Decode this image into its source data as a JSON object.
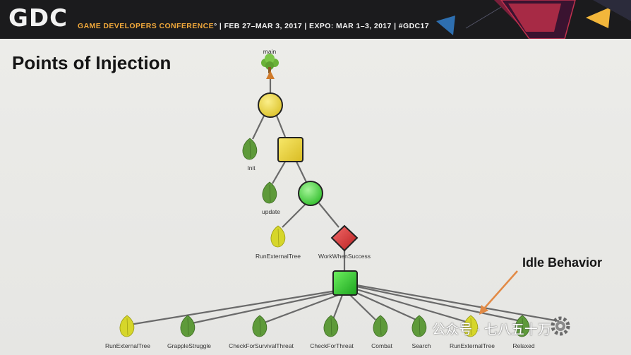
{
  "banner": {
    "logo": "GDC",
    "conference_prefix": "GAME DEVELOPERS CONFERENCE",
    "conference_suffix": "° | FEB 27–MAR 3, 2017 | EXPO: MAR 1–3, 2017 | #GDC17"
  },
  "slide": {
    "title": "Points of Injection",
    "annotation": "Idle Behavior"
  },
  "tree": {
    "root_label": "main",
    "nodes": {
      "init": "Init",
      "update": "update",
      "run_external_tree": "RunExternalTree",
      "work_when_success": "WorkWhenSuccess"
    },
    "leaves": [
      "RunExternalTree",
      "GrappleStruggle",
      "CheckForSurvivalThreat",
      "CheckForThreat",
      "Combat",
      "Search",
      "RunExternalTree",
      "Relaxed"
    ]
  },
  "colors": {
    "leaf_green": "#5e9a3a",
    "leaf_yellow": "#d6d62a",
    "node_yellow": "#ecd646",
    "node_green": "#4ed447",
    "node_red": "#d93a3a",
    "arrow_orange": "#e28a45"
  },
  "watermark": "公众号 · 七八五十万"
}
